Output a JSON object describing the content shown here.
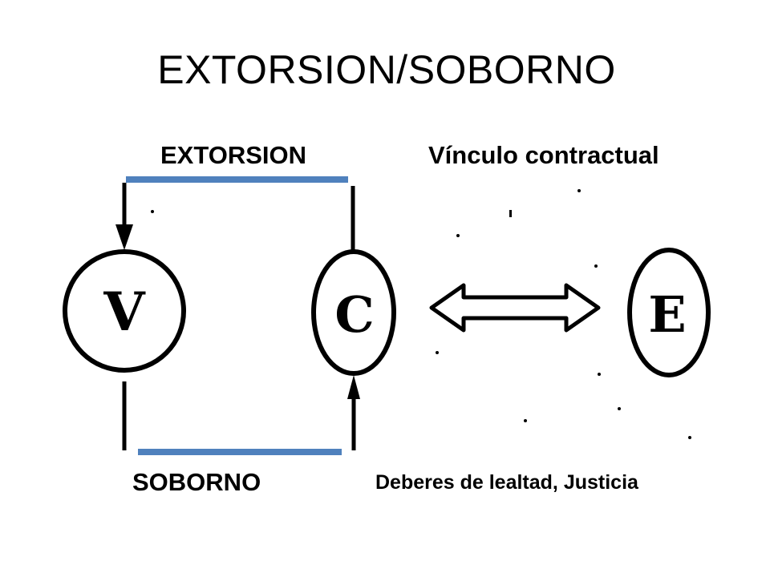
{
  "title": "EXTORSION/SOBORNO",
  "labels": {
    "extorsion": "EXTORSION",
    "vinculo": "Vínculo contractual",
    "soborno": "SOBORNO",
    "deberes": "Deberes de lealtad, Justicia"
  },
  "nodes": {
    "v": "V",
    "c": "C",
    "e": "E"
  },
  "colors": {
    "connector": "#4f81bd",
    "ink": "#000000"
  }
}
